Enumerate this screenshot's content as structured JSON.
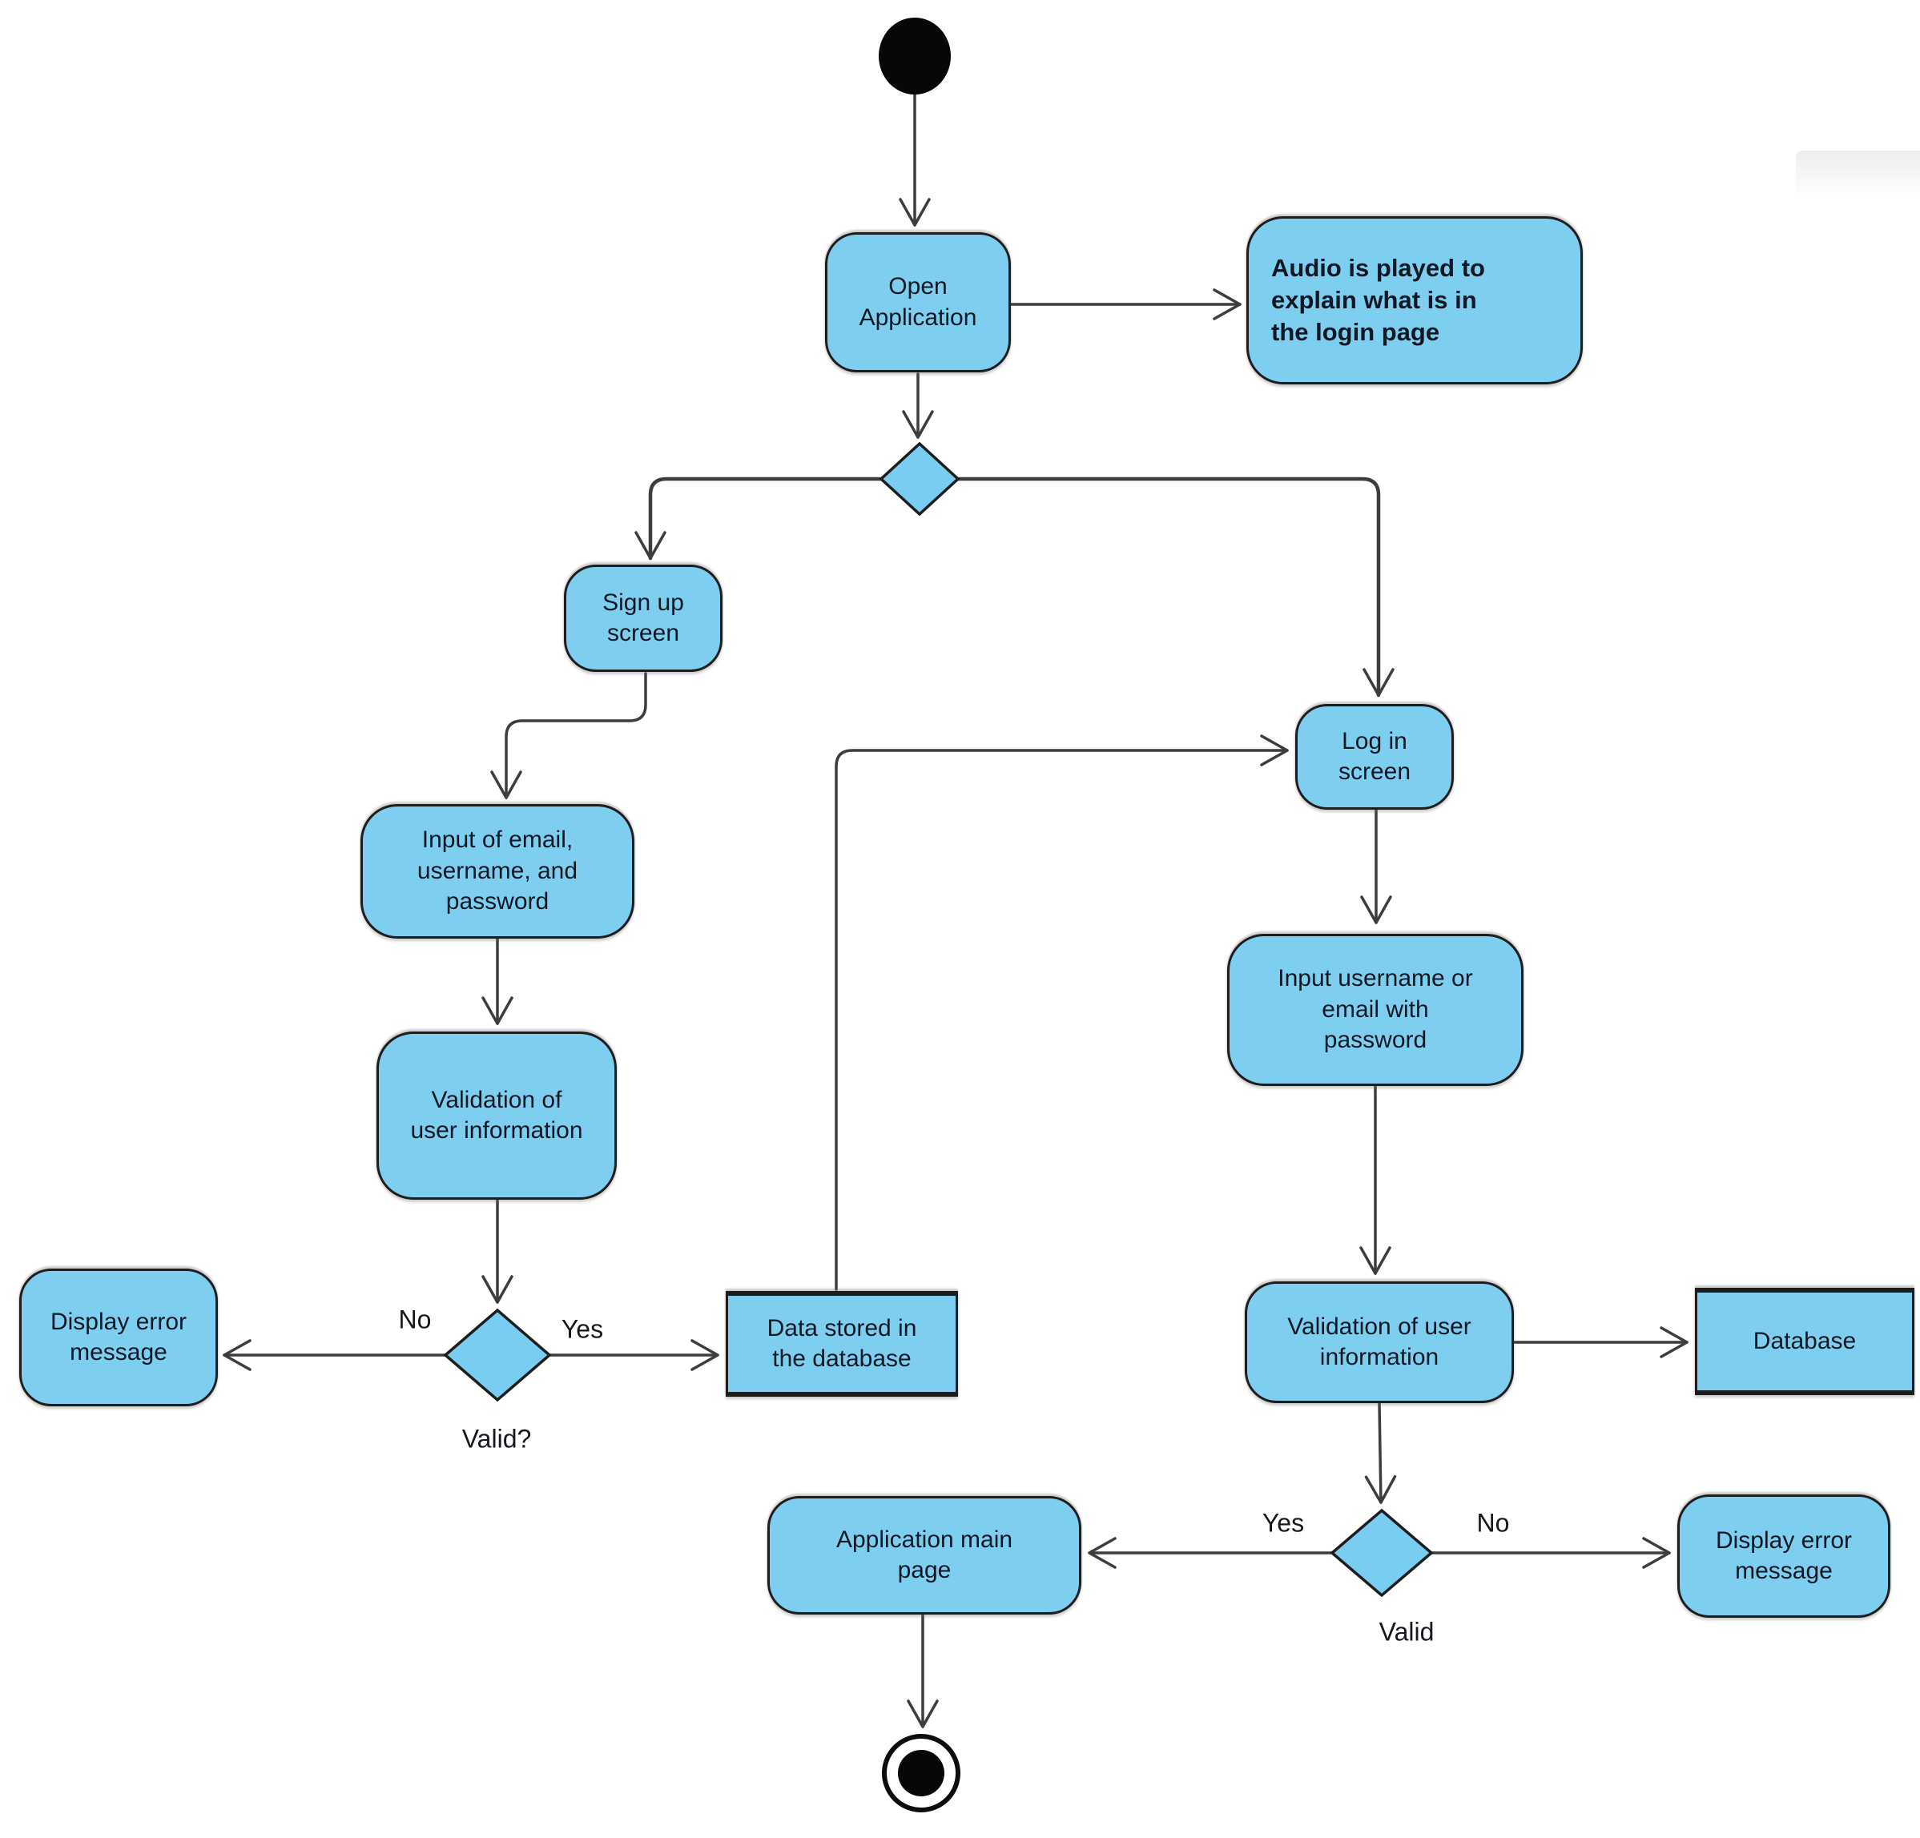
{
  "diagram": {
    "kind": "uml-activity-diagram",
    "subject": "Application sign up and log in flow"
  },
  "colors": {
    "node_fill": "#7ECFEF",
    "diamond_fill": "#79CDF0",
    "border": "#1d1d1d",
    "edge": "#3d3d3d",
    "text": "#101826",
    "background": "#ffffff"
  },
  "nodes": {
    "open_application": {
      "label": "Open\nApplication"
    },
    "audio_note": {
      "label": "Audio is played to\nexplain what is in\nthe login page"
    },
    "sign_up_screen": {
      "label": "Sign up\nscreen"
    },
    "log_in_screen": {
      "label": "Log in\nscreen"
    },
    "input_email_username_password": {
      "label": "Input of email,\nusername, and\npassword"
    },
    "input_username_or_email": {
      "label": "Input username or\nemail with\npassword"
    },
    "validation_signup": {
      "label": "Validation of\nuser information"
    },
    "display_error_signup": {
      "label": "Display error\nmessage"
    },
    "data_stored_database": {
      "label": "Data stored in\nthe database"
    },
    "validation_login": {
      "label": "Validation of user\ninformation"
    },
    "database": {
      "label": "Database"
    },
    "application_main_page": {
      "label": "Application main\npage"
    },
    "display_error_login": {
      "label": "Display error\nmessage"
    }
  },
  "edge_labels": {
    "signup_no": "No",
    "signup_yes": "Yes",
    "signup_question": "Valid?",
    "login_yes": "Yes",
    "login_no": "No",
    "login_question": "Valid"
  }
}
